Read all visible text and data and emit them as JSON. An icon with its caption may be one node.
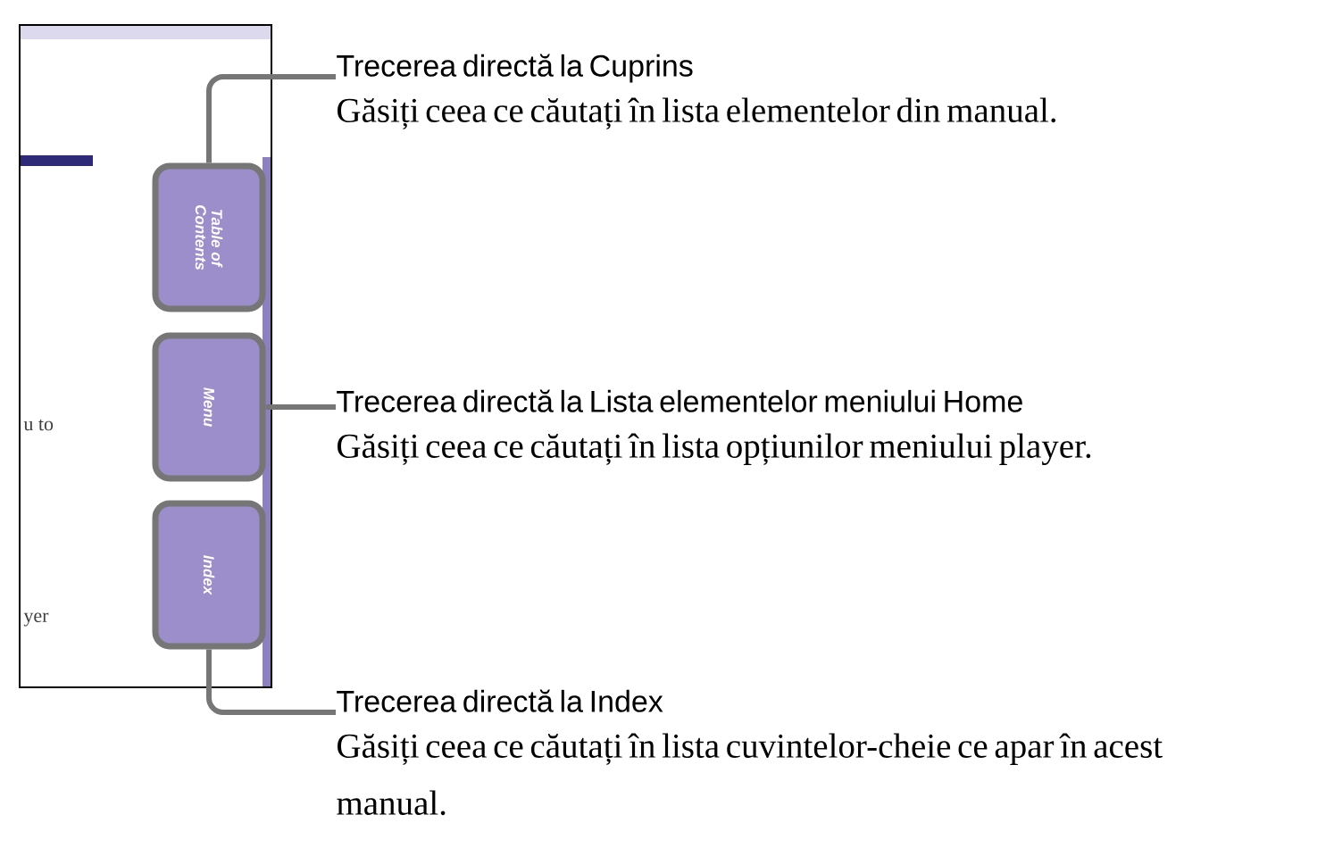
{
  "diagram": {
    "nodes": [
      {
        "text": [
          "Table of Contents"
        ]
      },
      {
        "text": [
          "Menu"
        ]
      },
      {
        "text": [
          "Index"
        ]
      },
      {
        "text": [
          "Trecerea directă la Cuprins",
          "Găsiți ceea ce căutați în lista elementelor din manual."
        ]
      },
      {
        "text": [
          "Trecerea directă la Lista elementelor meniului Home",
          "Găsiți ceea ce căutați în lista opțiunilor meniului player."
        ]
      },
      {
        "text": [
          "Trecerea directă la Index",
          "Găsiți ceea ce căutați în lista cuvintelor-cheie ce apar în acest manual."
        ]
      }
    ],
    "edges": [
      {
        "from": 0,
        "to": 3,
        "arrow": "none"
      },
      {
        "from": 1,
        "to": 4,
        "arrow": "none"
      },
      {
        "from": 2,
        "to": 5,
        "arrow": "none"
      }
    ],
    "labels": [
      "u to",
      "yer"
    ]
  }
}
